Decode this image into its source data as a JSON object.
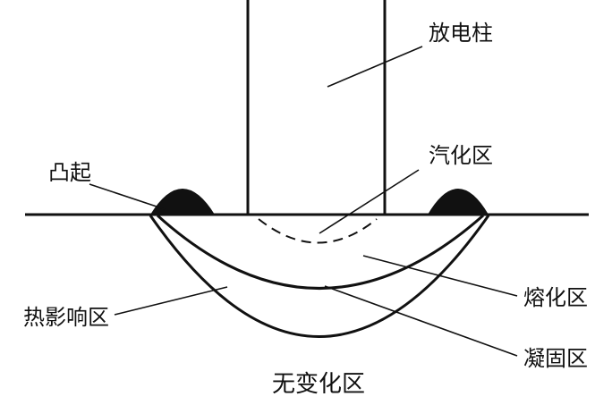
{
  "diagram": {
    "title_context": "discharge-crater-zones-diagram",
    "labels": {
      "discharge_column": "放电柱",
      "vaporization_zone": "汽化区",
      "protrusion": "凸起",
      "melting_zone": "熔化区",
      "solidification_zone": "凝固区",
      "heat_affected_zone": "热影响区",
      "unchanged_zone": "无变化区"
    },
    "colors": {
      "ink": "#111111",
      "background": "#ffffff"
    }
  }
}
